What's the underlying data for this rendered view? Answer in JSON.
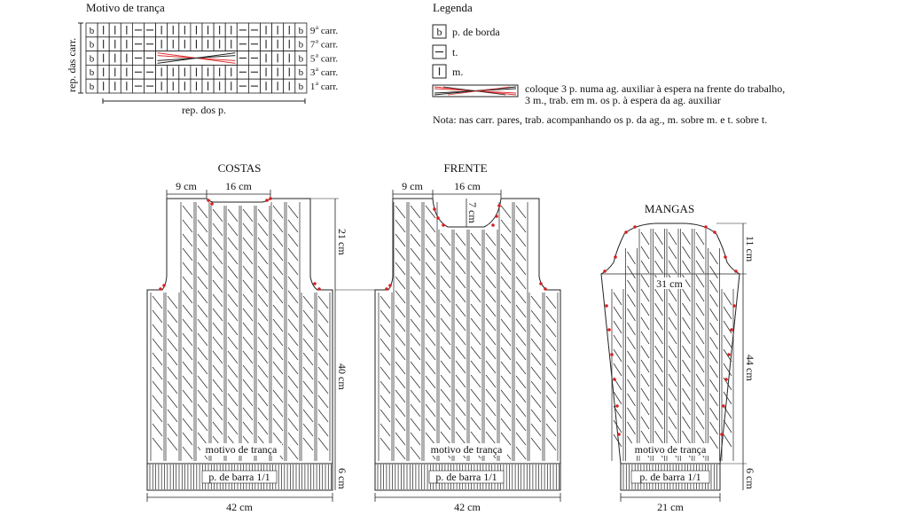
{
  "chart_title": "Motivo de trança",
  "chart": {
    "rows_side_label": "rep. das carr.",
    "bottom_label": "rep. dos p.",
    "cell_b": "b",
    "rows": [
      {
        "num": "9",
        "sup": "a",
        "word": "carr."
      },
      {
        "num": "7",
        "sup": "a",
        "word": "carr."
      },
      {
        "num": "5",
        "sup": "a",
        "word": "carr."
      },
      {
        "num": "3",
        "sup": "a",
        "word": "carr."
      },
      {
        "num": "1",
        "sup": "a",
        "word": "carr."
      }
    ],
    "cells": [
      "b",
      "k",
      "k",
      "k",
      "p",
      "p",
      "k",
      "k",
      "k",
      "k",
      "k",
      "k",
      "k",
      "p",
      "p",
      "k",
      "k",
      "k",
      "b"
    ],
    "cable_row": 2,
    "cable_from": 6,
    "cable_to": 12
  },
  "legend": {
    "title": "Legenda",
    "items": [
      {
        "symbol": "b",
        "text": "p. de borda"
      },
      {
        "symbol": "p",
        "text": "t."
      },
      {
        "symbol": "k",
        "text": "m."
      }
    ],
    "cable_text_line1": "coloque 3 p. numa ag. auxiliar à espera na frente do trabalho,",
    "cable_text_line2": "3 m., trab. em m. os p. à espera da ag. auxiliar",
    "note": "Nota: nas carr. pares, trab. acompanhando os p. da ag., m. sobre m. e t. sobre t."
  },
  "colors": {
    "line": "#222222",
    "cable_red": "#e03030",
    "dots": "#d42020"
  },
  "pieces": {
    "costas": {
      "title": "COSTAS",
      "dim_shoulder": "9 cm",
      "dim_neck": "16 cm",
      "dim_armhole": "21 cm",
      "dim_body": "40 cm",
      "dim_rib": "6 cm",
      "dim_width": "42 cm",
      "label_cable": "motivo de trança",
      "label_rib": "p. de barra 1/1"
    },
    "frente": {
      "title": "FRENTE",
      "dim_shoulder": "9 cm",
      "dim_neck": "16 cm",
      "dim_neck_depth": "7 cm",
      "dim_width": "42 cm",
      "label_cable": "motivo de trança",
      "label_rib": "p. de barra 1/1"
    },
    "mangas": {
      "title": "MANGAS",
      "dim_cap": "11 cm",
      "dim_top_width": "31 cm",
      "dim_length": "44 cm",
      "dim_rib": "6 cm",
      "dim_width": "21 cm",
      "label_cable": "motivo de trança",
      "label_rib": "p. de barra 1/1"
    }
  }
}
